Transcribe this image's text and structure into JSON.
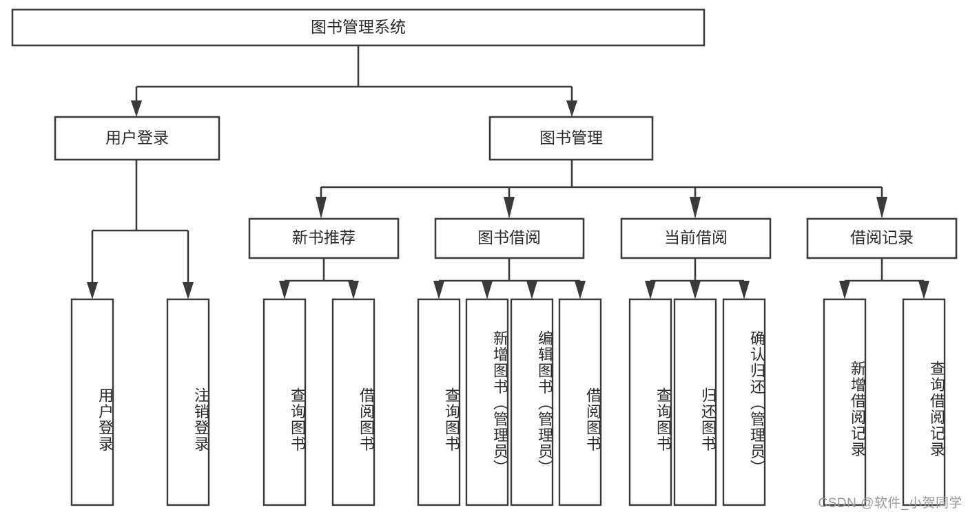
{
  "diagram": {
    "title": "图书管理系统",
    "type": "hierarchy-tree",
    "watermark": "CSDN @软件_小贺同学",
    "colors": {
      "stroke": "#3a3a3a",
      "fill": "#ffffff",
      "text": "#2b2b2b",
      "watermark": "#9a9a9a",
      "background": "#ffffff"
    },
    "levels": {
      "root": {
        "label": "图书管理系统"
      },
      "level2": [
        {
          "label": "用户登录"
        },
        {
          "label": "图书管理"
        }
      ],
      "level3": [
        {
          "label": "新书推荐"
        },
        {
          "label": "图书借阅"
        },
        {
          "label": "当前借阅"
        },
        {
          "label": "借阅记录"
        }
      ],
      "leaves": {
        "user_login": [
          {
            "label": "用户登录"
          },
          {
            "label": "注销登录"
          }
        ],
        "new_book_recommend": [
          {
            "label": "查询图书"
          },
          {
            "label": "借阅图书"
          }
        ],
        "book_borrow": [
          {
            "label": "查询图书"
          },
          {
            "label": "新增图书（管理员）"
          },
          {
            "label": "编辑图书（管理员）"
          },
          {
            "label": "借阅图书"
          }
        ],
        "current_borrow": [
          {
            "label": "查询图书"
          },
          {
            "label": "归还图书"
          },
          {
            "label": "确认归还（管理员）"
          }
        ],
        "borrow_records": [
          {
            "label": "新增借阅记录"
          },
          {
            "label": "查询借阅记录"
          }
        ]
      }
    }
  }
}
